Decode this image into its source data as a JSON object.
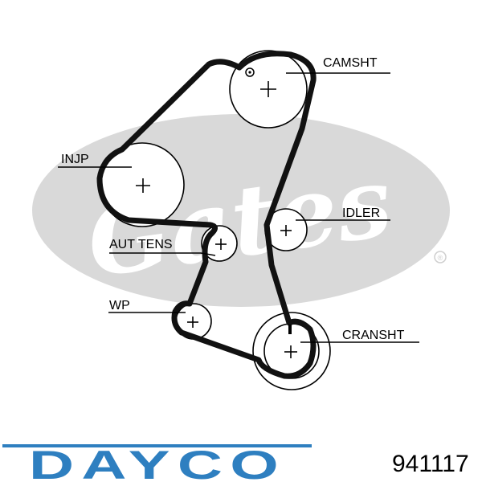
{
  "labels": {
    "camshaft": "CAMSHT",
    "injection_pump": "INJP",
    "idler": "IDLER",
    "auto_tensioner": "AUT TENS",
    "water_pump": "WP",
    "crankshaft": "CRANSHT"
  },
  "watermark": {
    "text": "Gates",
    "registered_mark": "®"
  },
  "brand": {
    "name": "DAYCO",
    "color": "#2e7fc0"
  },
  "part_number": "941117"
}
